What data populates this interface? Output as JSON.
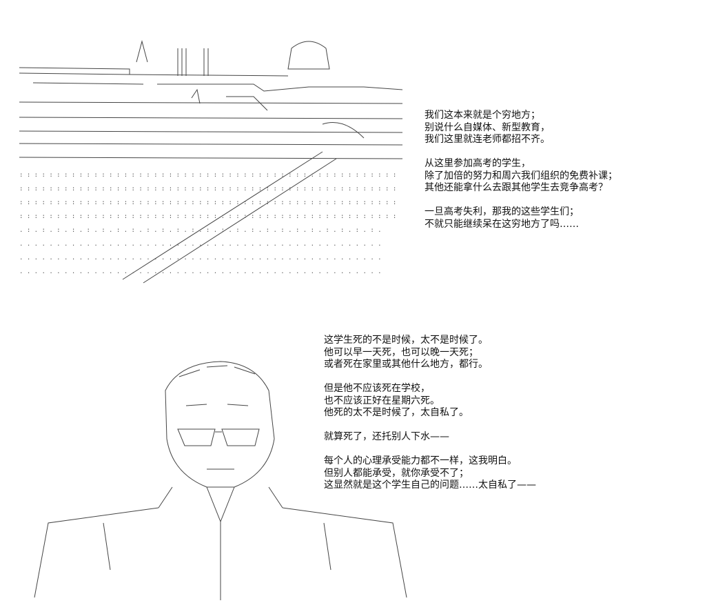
{
  "panels": [
    {
      "art": "ascii-landscape-scene",
      "dialogue": [
        "我们这本来就是个穷地方；",
        "别说什么自媒体、新型教育，",
        "我们这里就连老师都招不齐。",
        "",
        "从这里参加高考的学生，",
        "除了加倍的努力和周六我们组织的免费补课；",
        "其他还能拿什么去跟其他学生去竞争高考？",
        "",
        "一旦高考失利，那我的这些学生们；",
        "不就只能继续呆在这穷地方了吗……"
      ]
    },
    {
      "art": "ascii-glasses-man-figure",
      "dialogue": [
        "这学生死的不是时候，太不是时候了。",
        "他可以早一天死，也可以晚一天死；",
        "或者死在家里或其他什么地方，都行。",
        "",
        "但是他不应该死在学校，",
        "也不应该正好在星期六死。",
        "他死的太不是时候了，太自私了。",
        "",
        "就算死了，还托别人下水——",
        "",
        "每个人的心理承受能力都不一样，这我明白。",
        "但别人都能承受，就你承受不了；",
        "这显然就是这个学生自己的问题……太自私了——"
      ]
    }
  ],
  "colors": {
    "ink": "#111111",
    "art_ink": "#333333",
    "background": "#ffffff"
  }
}
